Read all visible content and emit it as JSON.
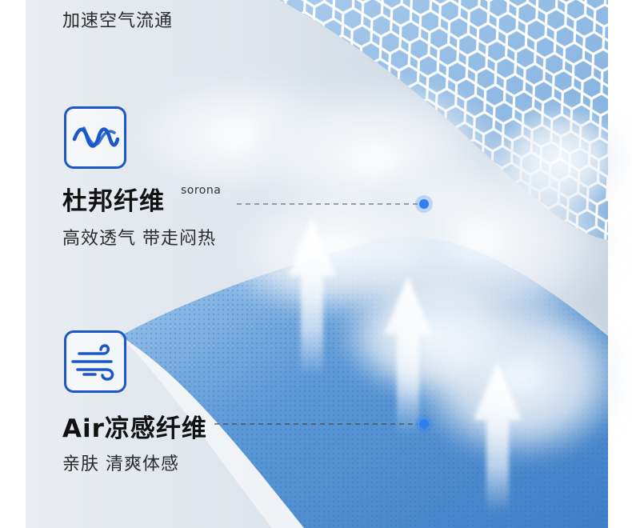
{
  "top_caption": "加速空气流通",
  "features": [
    {
      "icon": "wave-icon",
      "title": "杜邦纤维",
      "superscript": "sorona",
      "description": "高效透气 带走闷热"
    },
    {
      "icon": "wind-icon",
      "title": "Air凉感纤维",
      "description": "亲肤 清爽体感"
    }
  ],
  "colors": {
    "accent_blue": "#1b57c8",
    "fabric_blue": "#4f8ed0",
    "callout_dot": "#2f7ff0"
  }
}
